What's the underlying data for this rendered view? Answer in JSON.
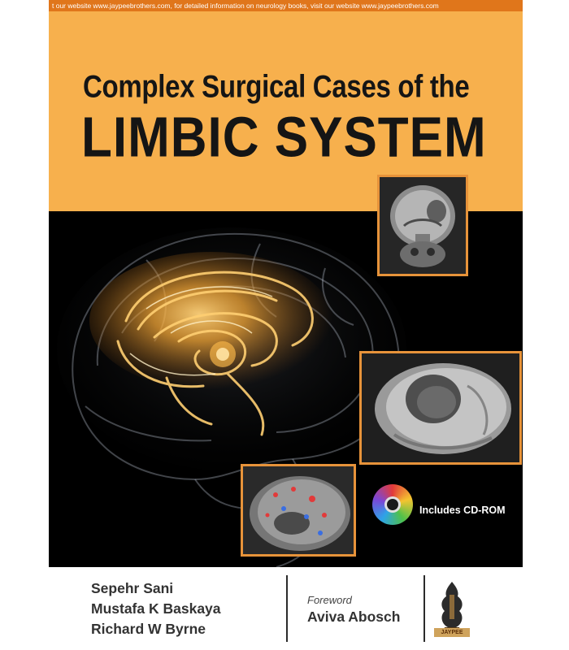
{
  "cover": {
    "top_banner": "t our website www.jaypeebrothers.com, for detailed information on neurology books, visit our website www.jaypeebrothers.com",
    "title_line1": "Complex Surgical Cases of the",
    "title_line2": "LIMBIC SYSTEM",
    "cd_label": "Includes CD-ROM",
    "authors": [
      "Sepehr Sani",
      "Mustafa K Baskaya",
      "Richard W Byrne"
    ],
    "foreword_label": "Foreword",
    "foreword_name": "Aviva Abosch",
    "publisher_logo_text": "JAYPEE"
  },
  "colors": {
    "title_band": "#f7b04d",
    "top_strip": "#e0761b",
    "image_border": "#e7933a",
    "brain_glow": "#f3a534",
    "background_art": "#000000"
  },
  "icons": [
    "cd-rom-icon",
    "publisher-logo-icon"
  ]
}
